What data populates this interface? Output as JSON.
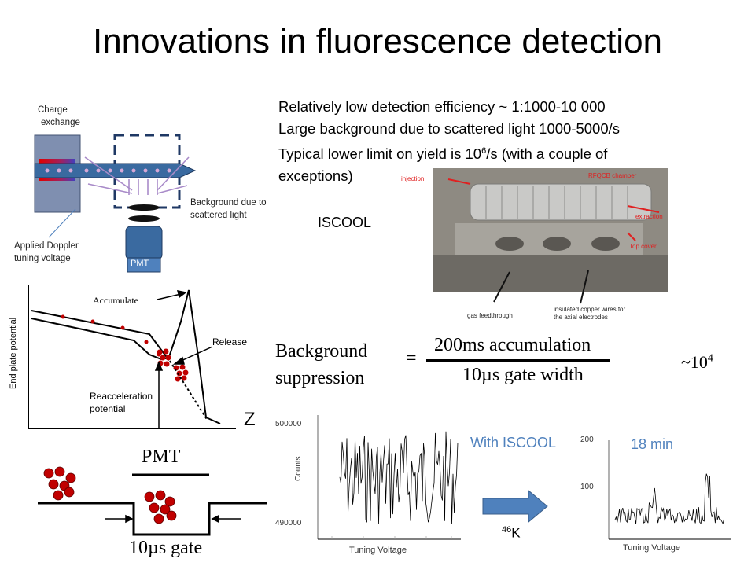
{
  "title": "Innovations in fluorescence detection",
  "bullets": {
    "b1": "Relatively low detection efficiency ~ 1:1000-10 000",
    "b2": "Large background  due to scattered light 1000-5000/s",
    "b3_pre": "Typical lower limit on yield is 10",
    "b3_sup": "6",
    "b3_post": "/s (with a couple of",
    "b4": "exceptions)"
  },
  "schematic": {
    "charge_exchange_1": "Charge",
    "charge_exchange_2": "exchange",
    "background_1": "Background due to",
    "background_2": "scattered light",
    "doppler_1": "Applied Doppler",
    "doppler_2": "tuning voltage",
    "pmt": "PMT"
  },
  "iscool_label": "ISCOOL",
  "photo": {
    "injection": "injection",
    "rfqcb": "RFQCB chamber",
    "extraction": "extraction",
    "top_cover": "Top cover",
    "gas": "gas feedthrough",
    "wires_1": "insulated copper wires for",
    "wires_2": "the axial electrodes"
  },
  "potential": {
    "accumulate": "Accumulate",
    "release": "Release",
    "ylabel": "End plate potential",
    "reaccel_1": "Reacceleration",
    "reaccel_2": "potential",
    "z": "Z"
  },
  "gate": {
    "pmt": "PMT",
    "label": "10µs gate"
  },
  "suppression": {
    "left_1": "Background",
    "left_2": "suppression",
    "equals": "=",
    "numerator": "200ms accumulation",
    "denominator": "10µs gate width",
    "result_pre": "~10",
    "result_sup": "4"
  },
  "plots": {
    "left_ytick_top": "500000",
    "left_ytick_bottom": "490000",
    "left_ylabel": "Counts",
    "left_xlabel": "Tuning Voltage",
    "with_iscool": "With ISCOOL",
    "isotope_sup": "46",
    "isotope": "K",
    "right_title": "18 min",
    "right_ytick_top": "200",
    "right_ytick_bottom": "100",
    "right_xlabel": "Tuning Voltage"
  },
  "colors": {
    "accent_blue": "#4f81bd",
    "dot_red": "#c00000",
    "arrow_blue": "#4f81bd"
  }
}
